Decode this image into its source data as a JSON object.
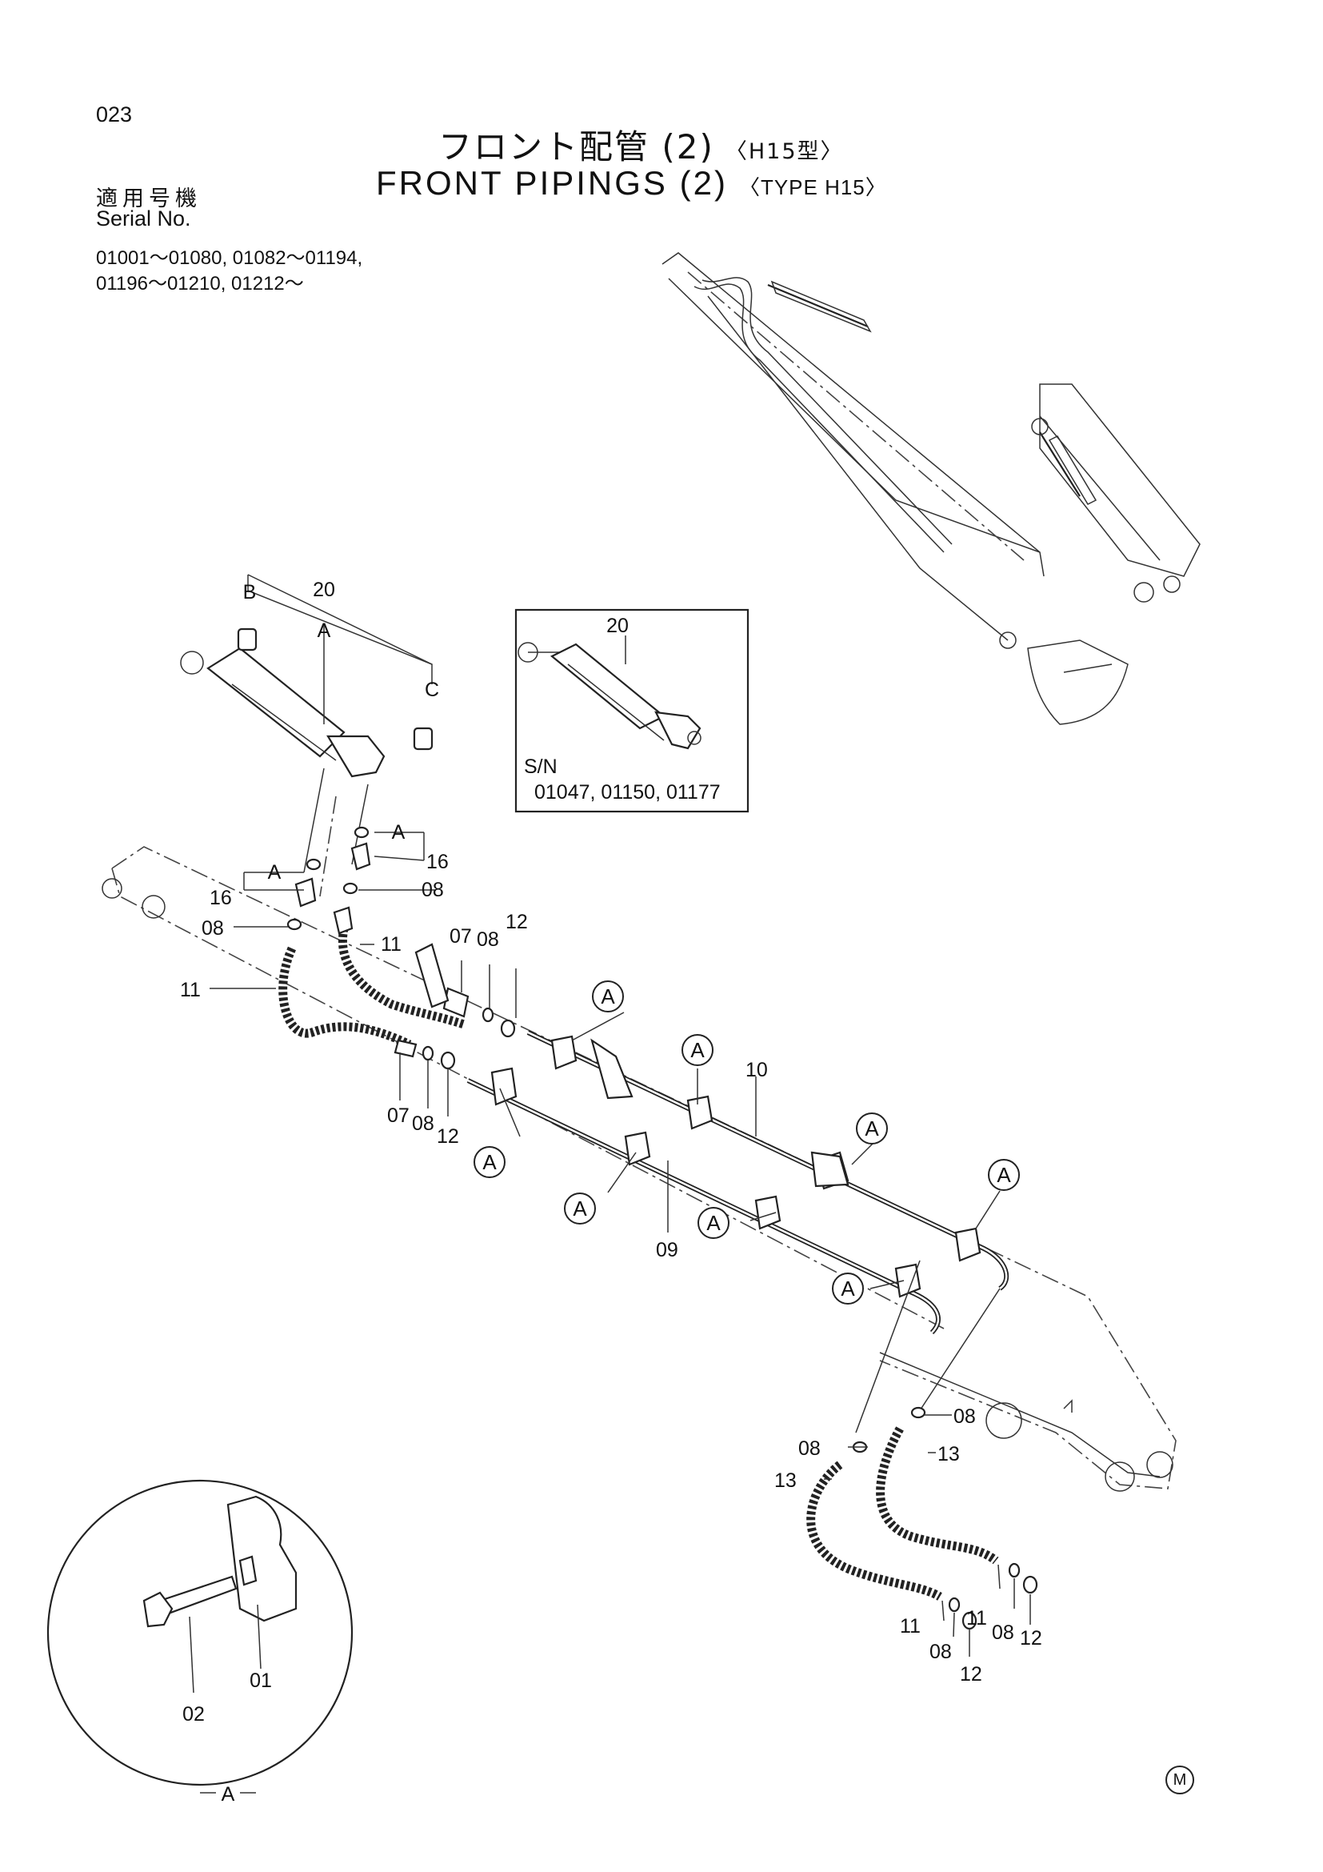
{
  "page": {
    "number": "023"
  },
  "title": {
    "jp": "フロント配管 (2)",
    "jp_type": "〈H15型〉",
    "en": "FRONT PIPINGS (2)",
    "en_type": "〈TYPE H15〉"
  },
  "serial": {
    "label_jp": "適用号機",
    "label_en": "Serial No.",
    "ranges_line1": "01001～01080, 01082～01194,",
    "ranges_line2": "01196～01210, 01212～"
  },
  "inset_box": {
    "part": "20",
    "sn_label": "S/N",
    "sn_values": "01047, 01150, 01177"
  },
  "detail_circle": {
    "label": "A",
    "parts": [
      "01",
      "02"
    ]
  },
  "callouts": {
    "letter_a": "A",
    "letter_b": "B",
    "letter_c": "C"
  },
  "part_labels": {
    "p01": "01",
    "p02": "02",
    "p07": "07",
    "p08": "08",
    "p09": "09",
    "p10": "10",
    "p11": "11",
    "p12": "12",
    "p13": "13",
    "p16": "16",
    "p20": "20"
  },
  "mark": "M"
}
